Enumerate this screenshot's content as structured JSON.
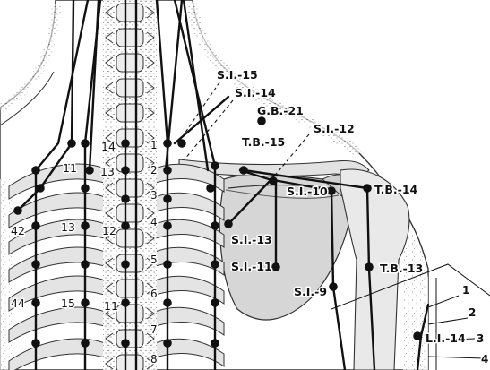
{
  "diagram": {
    "point_labels": {
      "si15": "S.I.-15",
      "si14": "S.I.-14",
      "gb21": "G.B.-21",
      "si12": "S.I.-12",
      "tb15": "T.B.-15",
      "si10": "S.I.-10",
      "tb14": "T.B.-14",
      "si13": "S.I.-13",
      "si11": "S.I.-11",
      "si9": "S.I.-9",
      "tb13": "T.B.-13",
      "li14": "L.I.-14"
    },
    "inner_numbers": {
      "n14": "14",
      "n11a": "11",
      "n13a": "13",
      "n13b": "13",
      "n12": "12",
      "n15": "15",
      "n11b": "11",
      "n42": "42",
      "n44": "44"
    },
    "vertebra_numbers": [
      "1",
      "2",
      "3",
      "4",
      "5",
      "6",
      "7",
      "8"
    ],
    "scale_numbers": [
      "1",
      "2",
      "3",
      "4"
    ]
  }
}
